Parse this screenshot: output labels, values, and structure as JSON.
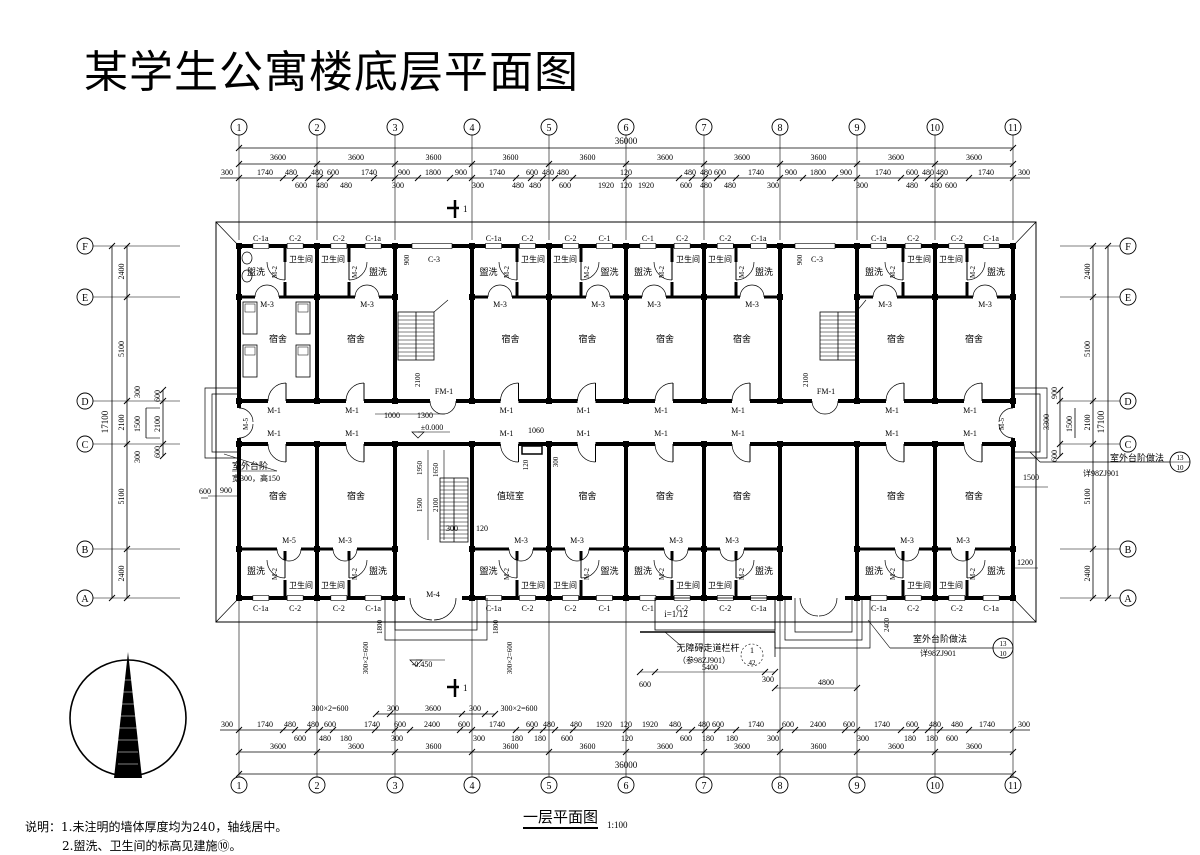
{
  "title": "某学生公寓楼底层平面图",
  "drawing_name": "一层平面图",
  "scale": "1:100",
  "notes": {
    "prefix": "说明：",
    "items": [
      "1.未注明的墙体厚度均为240，轴线居中。",
      "2.盥洗、卫生间的标高见建施⑩。"
    ]
  },
  "axes_x": [
    "1",
    "2",
    "3",
    "4",
    "5",
    "6",
    "7",
    "8",
    "9",
    "10",
    "11"
  ],
  "axes_y": [
    "F",
    "E",
    "D",
    "C",
    "B",
    "A"
  ],
  "top_dims": {
    "total": "36000",
    "bays": [
      "3600",
      "3600",
      "3600",
      "3600",
      "3600",
      "3600",
      "3600",
      "3600",
      "3600",
      "3600"
    ],
    "detail_row1": [
      "300",
      "1740",
      "480",
      "480",
      "600",
      "1740",
      "900",
      "1800",
      "900",
      "1740",
      "600",
      "480",
      "480",
      "120",
      "480",
      "480",
      "600",
      "1740",
      "900",
      "1800",
      "900",
      "1740",
      "600",
      "480",
      "480",
      "1740",
      "300"
    ],
    "detail_row2": [
      "600",
      "480",
      "480",
      "300",
      "300",
      "480",
      "480",
      "600",
      "1920",
      "120",
      "1920",
      "600",
      "480",
      "480",
      "300",
      "300",
      "480",
      "480",
      "600"
    ]
  },
  "bottom_dims": {
    "total": "36000",
    "bays": [
      "3600",
      "3600",
      "3600",
      "3600",
      "3600",
      "3600",
      "3600",
      "3600",
      "3600",
      "3600"
    ],
    "detail_row1": [
      "300",
      "1740",
      "480",
      "480",
      "600",
      "1740",
      "600",
      "2400",
      "600",
      "1740",
      "600",
      "480",
      "480",
      "1920",
      "120",
      "1920",
      "480",
      "480",
      "600",
      "1740",
      "600",
      "2400",
      "600",
      "1740",
      "600",
      "480",
      "480",
      "1740",
      "300"
    ],
    "detail_row2": [
      "600",
      "480",
      "180",
      "300",
      "300",
      "180",
      "180",
      "600",
      "120",
      "600",
      "180",
      "180",
      "300",
      "300",
      "180",
      "180",
      "600"
    ],
    "entry_row": [
      "300×2=600",
      "300",
      "3600",
      "300",
      "300×2=600"
    ]
  },
  "left_dims": {
    "bays": [
      "2400",
      "5100",
      "2100",
      "5100",
      "2400"
    ],
    "total": "17100",
    "entry": [
      "300",
      "1500",
      "300",
      "600",
      "2100",
      "600",
      "900",
      "600"
    ],
    "step_note": [
      "室外台阶",
      "宽300，高150"
    ]
  },
  "right_dims": {
    "bays": [
      "2400",
      "5100",
      "2100",
      "5100",
      "2400"
    ],
    "total": "17100",
    "entry": [
      "900",
      "3300",
      "1500",
      "600",
      "1500",
      "1200"
    ],
    "step_note": [
      "室外台阶做法",
      "详98ZJ901"
    ],
    "ref": {
      "top": "13",
      "bottom": "10"
    }
  },
  "top_units": [
    {
      "wash": "盥洗",
      "wc": "卫生间",
      "wc_door": "M-2",
      "door": "M-3",
      "room": "宿舍",
      "corridor_door": "M-1",
      "windows": [
        "C-1a",
        "C-2"
      ]
    },
    {
      "wash": "盥洗",
      "wc": "卫生间",
      "wc_door": "M-2",
      "door": "M-3",
      "room": "宿舍",
      "corridor_door": "M-1",
      "windows": [
        "C-2",
        "C-1a"
      ]
    },
    {
      "wash": "盥洗",
      "wc": "卫生间",
      "wc_door": "M-2",
      "door": "M-3",
      "room": "宿舍",
      "corridor_door": "M-1",
      "windows": [
        "C-1a",
        "C-2"
      ]
    },
    {
      "wash": "盥洗",
      "wc": "卫生间",
      "wc_door": "M-2",
      "door": "M-3",
      "room": "宿舍",
      "corridor_door": "M-1",
      "windows": [
        "C-2",
        "C-1"
      ]
    },
    {
      "wash": "盥洗",
      "wc": "卫生间",
      "wc_door": "M-2",
      "door": "M-3",
      "room": "宿舍",
      "corridor_door": "M-1",
      "windows": [
        "C-1",
        "C-2"
      ]
    },
    {
      "wash": "盥洗",
      "wc": "卫生间",
      "wc_door": "M-2",
      "door": "M-3",
      "room": "宿舍",
      "corridor_door": "M-1",
      "windows": [
        "C-2",
        "C-1a"
      ]
    },
    {
      "wash": "盥洗",
      "wc": "卫生间",
      "wc_door": "M-2",
      "door": "M-3",
      "room": "宿舍",
      "corridor_door": "M-1",
      "windows": [
        "C-1a",
        "C-2"
      ]
    },
    {
      "wash": "盥洗",
      "wc": "卫生间",
      "wc_door": "M-2",
      "door": "M-3",
      "room": "宿舍",
      "corridor_door": "M-1",
      "windows": [
        "C-2",
        "C-1a"
      ]
    }
  ],
  "bottom_units": [
    {
      "wash": "盥洗",
      "wc": "卫生间",
      "wc_door": "M-2",
      "door": "M-5",
      "room": "宿舍",
      "corridor_door": "M-1",
      "windows": [
        "C-1a",
        "C-2"
      ]
    },
    {
      "wash": "盥洗",
      "wc": "卫生间",
      "wc_door": "M-2",
      "door": "M-3",
      "room": "宿舍",
      "corridor_door": "M-1",
      "windows": [
        "C-2",
        "C-1a"
      ]
    },
    {
      "wash": "盥洗",
      "wc": "卫生间",
      "wc_door": "M-2",
      "door": "M-3",
      "room": "值班室",
      "corridor_door": "M-1",
      "windows": [
        "C-1a",
        "C-2"
      ]
    },
    {
      "wash": "盥洗",
      "wc": "卫生间",
      "wc_door": "M-2",
      "door": "M-3",
      "room": "宿舍",
      "corridor_door": "M-1",
      "windows": [
        "C-2",
        "C-1"
      ]
    },
    {
      "wash": "盥洗",
      "wc": "卫生间",
      "wc_door": "M-2",
      "door": "M-3",
      "room": "宿舍",
      "corridor_door": "M-1",
      "windows": [
        "C-1",
        "C-2"
      ]
    },
    {
      "wash": "盥洗",
      "wc": "卫生间",
      "wc_door": "M-2",
      "door": "M-3",
      "room": "宿舍",
      "corridor_door": "M-1",
      "windows": [
        "C-2",
        "C-1a"
      ]
    },
    {
      "wash": "盥洗",
      "wc": "卫生间",
      "wc_door": "M-2",
      "door": "M-3",
      "room": "宿舍",
      "corridor_door": "M-1",
      "windows": [
        "C-1a",
        "C-2"
      ]
    },
    {
      "wash": "盥洗",
      "wc": "卫生间",
      "wc_door": "M-2",
      "door": "M-3",
      "room": "宿舍",
      "corridor_door": "M-1",
      "windows": [
        "C-2",
        "C-1a"
      ]
    }
  ],
  "stairs": {
    "windows": [
      "C-3",
      "C-3"
    ],
    "doors": [
      "FM-1",
      "FM-1"
    ],
    "end_doors": [
      "M-5",
      "M-5"
    ],
    "entry_door": "M-4",
    "floor_level": "±0.000",
    "outdoor_level": "-0.450",
    "dims": [
      "900",
      "2100",
      "1000",
      "1300",
      "1060",
      "120",
      "300",
      "1950",
      "1650",
      "1500",
      "2100",
      "300",
      "120",
      "2100",
      "900",
      "1800",
      "1800",
      "300×2=600",
      "300×2=600"
    ]
  },
  "ramp": {
    "slope": "i=1/12",
    "railing": "无障碍走道栏杆",
    "railing_ref": "（参98ZJ901）",
    "ref": {
      "top": "1",
      "bottom": "42"
    },
    "dims": [
      "5400",
      "300",
      "600",
      "4800",
      "2400"
    ],
    "step_note": [
      "室外台阶做法",
      "详98ZJ901"
    ],
    "step_ref": {
      "top": "13",
      "bottom": "10"
    }
  },
  "section_marks": [
    "1",
    "1"
  ]
}
